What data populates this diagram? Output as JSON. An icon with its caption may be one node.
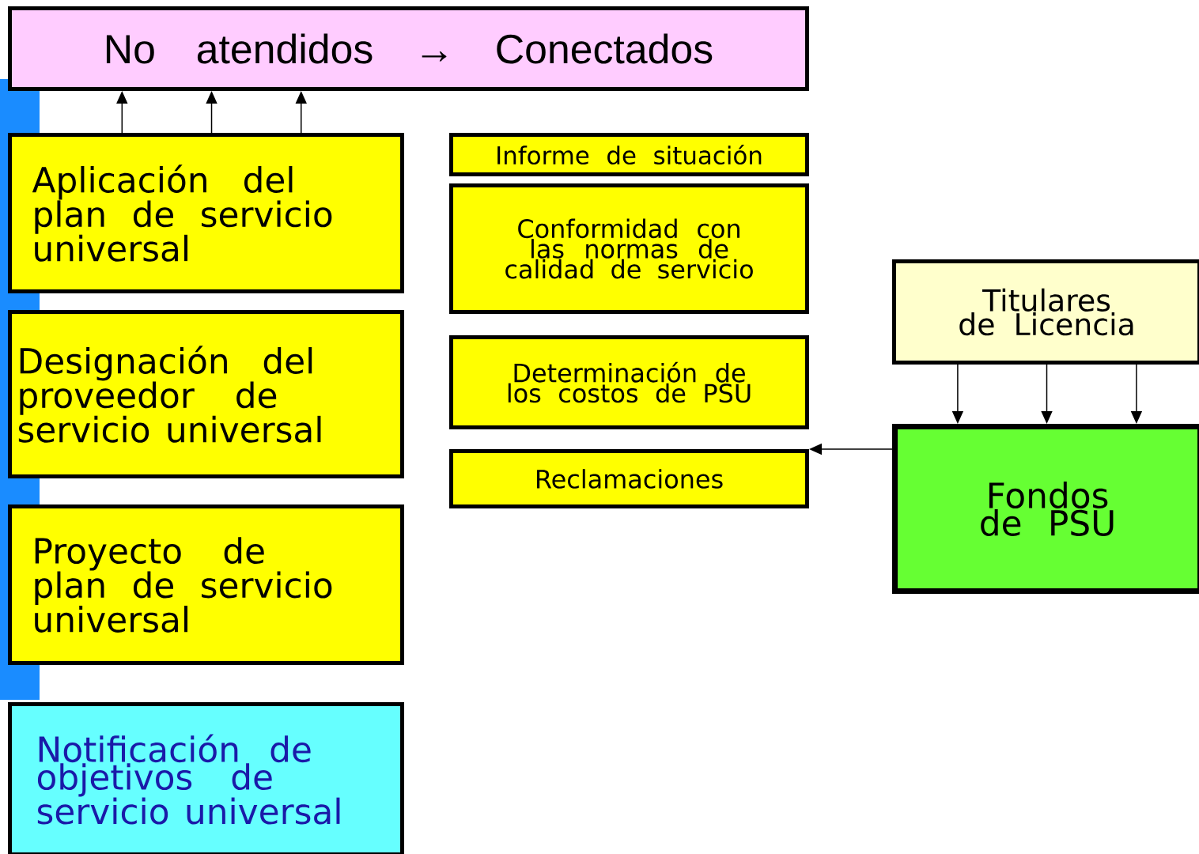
{
  "diagram": {
    "nodes": [
      {
        "text": [
          "No atendidos → Conectados"
        ]
      },
      {
        "text": [
          "Aplicación del plan de servicio universal"
        ]
      },
      {
        "text": [
          "Designación del proveedor de servicio universal"
        ]
      },
      {
        "text": [
          "Proyecto de plan de servicio universal"
        ]
      },
      {
        "text": [
          "Notificación de objetivos de servicio universal"
        ]
      },
      {
        "text": [
          "Informe de situación"
        ]
      },
      {
        "text": [
          "Conformidad con las normas de calidad de servicio"
        ]
      },
      {
        "text": [
          "Determinación de los costos de PSU"
        ]
      },
      {
        "text": [
          "Reclamaciones"
        ]
      },
      {
        "text": [
          "Titulares de Licencia"
        ]
      },
      {
        "text": [
          "Fondos de PSU"
        ]
      }
    ],
    "edges": [
      {
        "from": 1,
        "to": 0,
        "arrow": "to"
      },
      {
        "from": 1,
        "to": 0,
        "arrow": "to"
      },
      {
        "from": 1,
        "to": 0,
        "arrow": "to"
      },
      {
        "from": 9,
        "to": 10,
        "arrow": "to"
      },
      {
        "from": 9,
        "to": 10,
        "arrow": "to"
      },
      {
        "from": 9,
        "to": 10,
        "arrow": "to"
      },
      {
        "from": 10,
        "to": 8,
        "arrow": "to"
      }
    ]
  }
}
